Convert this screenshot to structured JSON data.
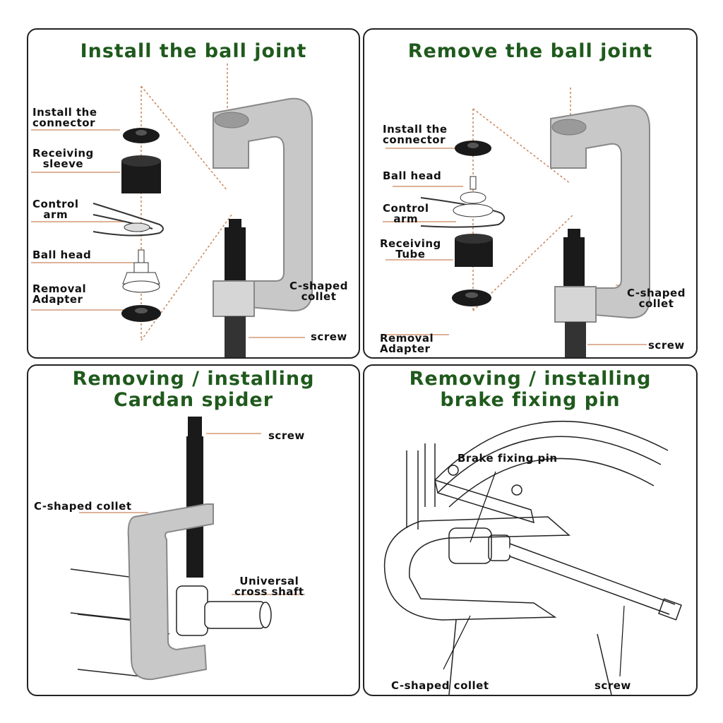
{
  "colors": {
    "title": "#1f5a1c",
    "leader": "#c9855a",
    "frame": "#222222",
    "metal": "#c8c8c8",
    "dark_part": "#1a1a1a"
  },
  "panel1": {
    "title": "Install the ball joint",
    "labels": {
      "install_connector_1": "Install the",
      "install_connector_2": "connector",
      "receiving_sleeve_1": "Receiving",
      "receiving_sleeve_2": "sleeve",
      "control_arm_1": "Control",
      "control_arm_2": "arm",
      "ball_head": "Ball head",
      "removal_adapter_1": "Removal",
      "removal_adapter_2": "Adapter",
      "c_collet_1": "C-shaped",
      "c_collet_2": "collet",
      "screw": "screw"
    }
  },
  "panel2": {
    "title": "Remove the ball joint",
    "labels": {
      "install_connector_1": "Install the",
      "install_connector_2": "connector",
      "ball_head": "Ball head",
      "control_arm_1": "Control",
      "control_arm_2": "arm",
      "receiving_tube_1": "Receiving",
      "receiving_tube_2": "Tube",
      "removal_adapter_1": "Removal",
      "removal_adapter_2": "Adapter",
      "c_collet_1": "C-shaped",
      "c_collet_2": "collet",
      "screw": "screw"
    }
  },
  "panel3": {
    "title_1": "Removing / installing",
    "title_2": "Cardan spider",
    "labels": {
      "screw": "screw",
      "c_collet": "C-shaped collet",
      "universal_1": "Universal",
      "universal_2": "cross shaft"
    }
  },
  "panel4": {
    "title_1": "Removing / installing",
    "title_2": "brake fixing pin",
    "labels": {
      "brake_pin": "Brake fixing pin",
      "c_collet": "C-shaped collet",
      "screw": "screw"
    }
  }
}
